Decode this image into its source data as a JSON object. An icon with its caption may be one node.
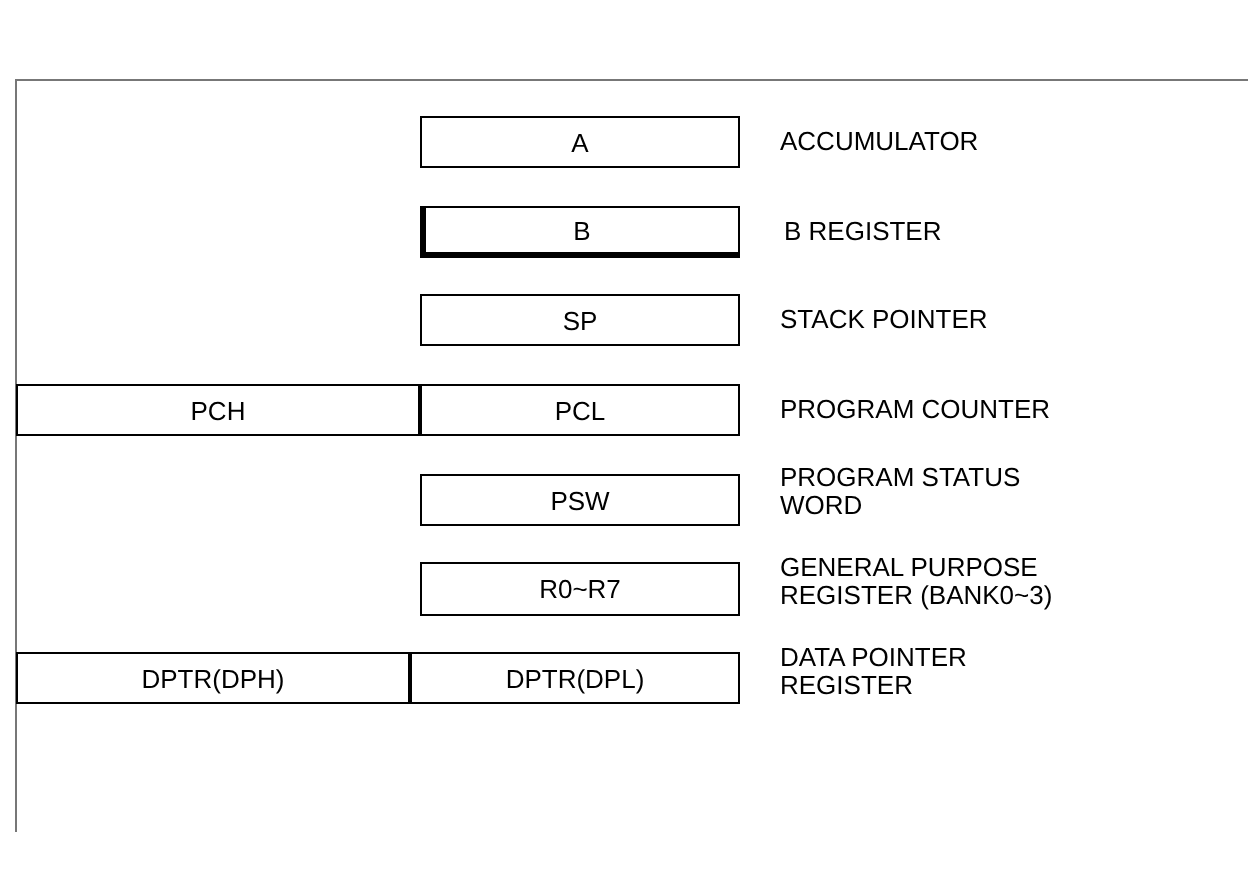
{
  "diagram": {
    "nodes": [
      {
        "text": [
          "A"
        ]
      },
      {
        "text": [
          "B"
        ]
      },
      {
        "text": [
          "SP"
        ]
      },
      {
        "text": [
          "PCH"
        ]
      },
      {
        "text": [
          "PCL"
        ]
      },
      {
        "text": [
          "PSW"
        ]
      },
      {
        "text": [
          "R0~R7"
        ]
      },
      {
        "text": [
          "DPTR(DPH)"
        ]
      },
      {
        "text": [
          "DPTR(DPL)"
        ]
      }
    ],
    "edges": [],
    "labels": [
      "ACCUMULATOR",
      "B REGISTER",
      "STACK POINTER",
      "PROGRAM COUNTER",
      "PROGRAM STATUS WORD",
      "GENERAL PURPOSE REGISTER (BANK0~3)",
      "DATA POINTER REGISTER"
    ]
  }
}
